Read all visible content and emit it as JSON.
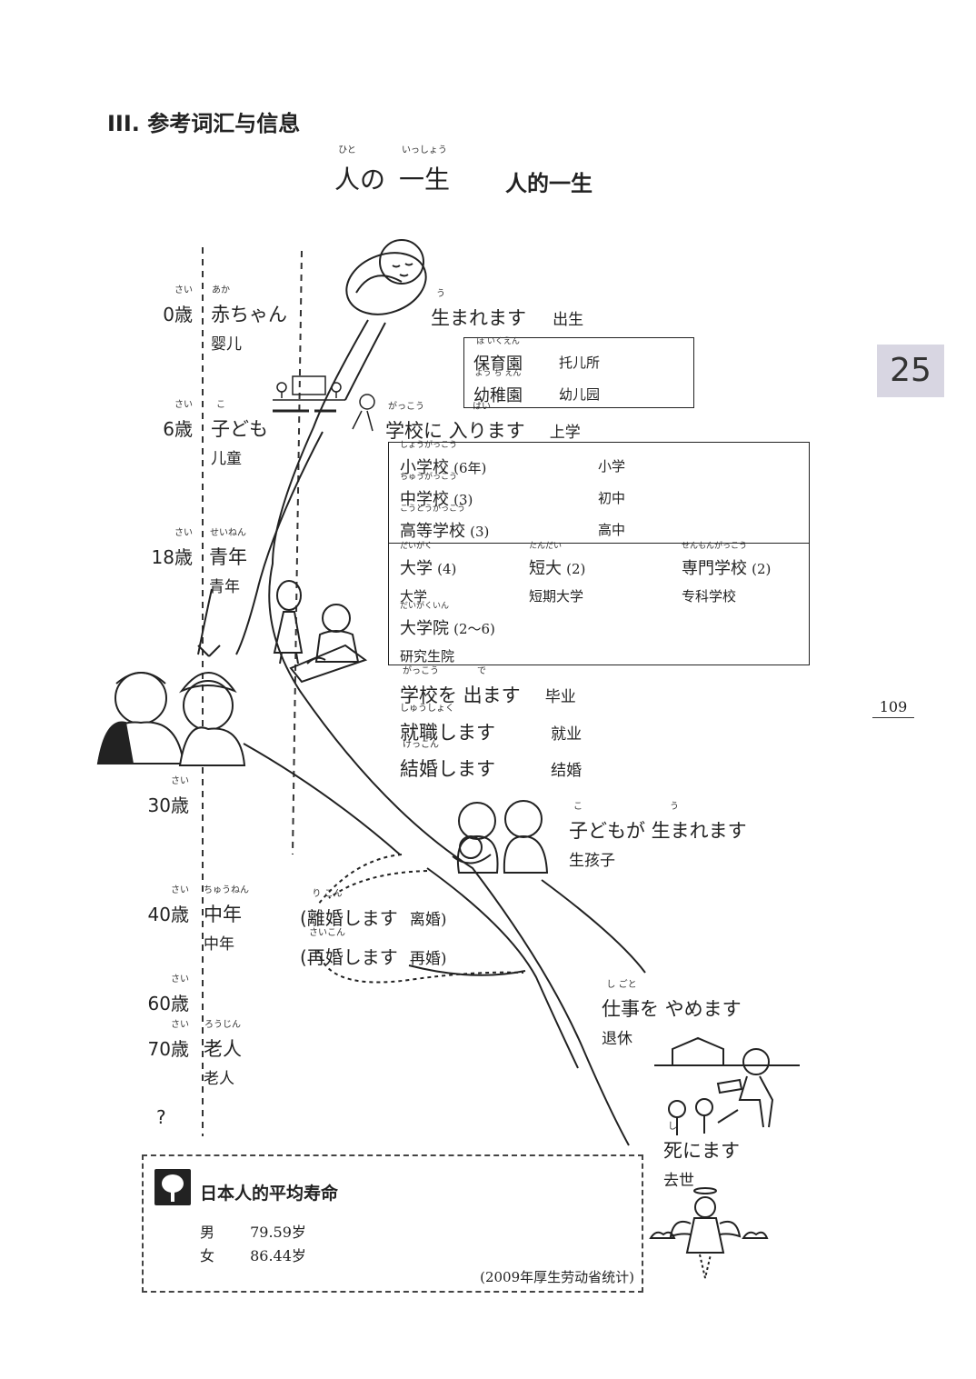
{
  "section_heading": "III. 参考词汇与信息",
  "title": {
    "jp_hito": "人",
    "jp_hito_ruby": "ひと",
    "jp_no": "の",
    "jp_issho": "一生",
    "jp_issho_ruby": "いっしょう",
    "cn": "人的一生"
  },
  "lesson_tab": "25",
  "page_number": "109",
  "ages": [
    {
      "num": "0",
      "unit": "歳",
      "ruby": "さい"
    },
    {
      "num": "6",
      "unit": "歳",
      "ruby": "さい"
    },
    {
      "num": "18",
      "unit": "歳",
      "ruby": "さい"
    },
    {
      "num": "30",
      "unit": "歳",
      "ruby": "さい"
    },
    {
      "num": "40",
      "unit": "歳",
      "ruby": "さい"
    },
    {
      "num": "60",
      "unit": "歳",
      "ruby": "さい"
    },
    {
      "num": "70",
      "unit": "歳",
      "ruby": "さい"
    },
    {
      "num": "?"
    }
  ],
  "stages": [
    {
      "jp": "赤ちゃん",
      "ruby": "あか",
      "cn": "婴儿"
    },
    {
      "jp": "子ども",
      "ruby": "こ",
      "cn": "儿童"
    },
    {
      "jp": "青年",
      "ruby": "せいねん",
      "cn": "青年"
    },
    {
      "jp": "中年",
      "ruby": "ちゅうねん",
      "cn": "中年"
    },
    {
      "jp": "老人",
      "ruby": "ろうじん",
      "cn": "老人"
    }
  ],
  "events": {
    "born": {
      "jp": "生まれます",
      "ruby": "う",
      "cn": "出生"
    },
    "enter_school": {
      "jp": "学校に 入ります",
      "ruby1": "がっこう",
      "ruby2": "はい",
      "cn": "上学"
    },
    "leave_school": {
      "jp": "学校を 出ます",
      "ruby1": "がっこう",
      "ruby2": "で",
      "cn": "毕业"
    },
    "employment": {
      "jp": "就職します",
      "ruby": "しゅうしょく",
      "cn": "就业"
    },
    "marriage": {
      "jp": "結婚します",
      "ruby": "けっこん",
      "cn": "结婚"
    },
    "child_born": {
      "jp": "子どもが 生まれます",
      "ruby1": "こ",
      "ruby2": "う",
      "cn": "生孩子"
    },
    "divorce": {
      "jp": "(離婚します",
      "ruby": "り こん",
      "cn": "离婚)"
    },
    "remarry": {
      "jp": "(再婚します",
      "ruby": "さいこん",
      "cn": "再婚)"
    },
    "retire": {
      "jp": "仕事を やめます",
      "ruby": "し ごと",
      "cn": "退休"
    },
    "die": {
      "jp": "死にます",
      "ruby": "し",
      "cn": "去世"
    }
  },
  "preschool": [
    {
      "jp": "保育園",
      "ruby": "ほ いくえん",
      "cn": "托儿所"
    },
    {
      "jp": "幼稚園",
      "ruby": "よう ち えん",
      "cn": "幼儿园"
    }
  ],
  "schools": [
    {
      "jp": "小学校",
      "ruby": "しょうがっこう",
      "years": "(6年)",
      "cn": "小学"
    },
    {
      "jp": "中学校",
      "ruby": "ちゅうがっこう",
      "years": "(3)",
      "cn": "初中"
    },
    {
      "jp": "高等学校",
      "ruby": "こうとうがっこう",
      "years": "(3)",
      "cn": "高中"
    }
  ],
  "higher": [
    {
      "jp": "大学",
      "ruby": "だいがく",
      "years": "(4)",
      "cn": "大学"
    },
    {
      "jp": "短大",
      "ruby": "たんだい",
      "years": "(2)",
      "cn": "短期大学"
    },
    {
      "jp": "専門学校",
      "ruby": "せんもんがっこう",
      "years": "(2)",
      "cn": "专科学校"
    },
    {
      "jp": "大学院",
      "ruby": "だいがくいん",
      "years": "(2～6)",
      "cn": "研究生院"
    }
  ],
  "lifespan": {
    "title": "日本人的平均寿命",
    "rows": [
      {
        "sex": "男",
        "value": "79.59岁"
      },
      {
        "sex": "女",
        "value": "86.44岁"
      }
    ],
    "source": "(2009年厚生劳动省统计)"
  }
}
